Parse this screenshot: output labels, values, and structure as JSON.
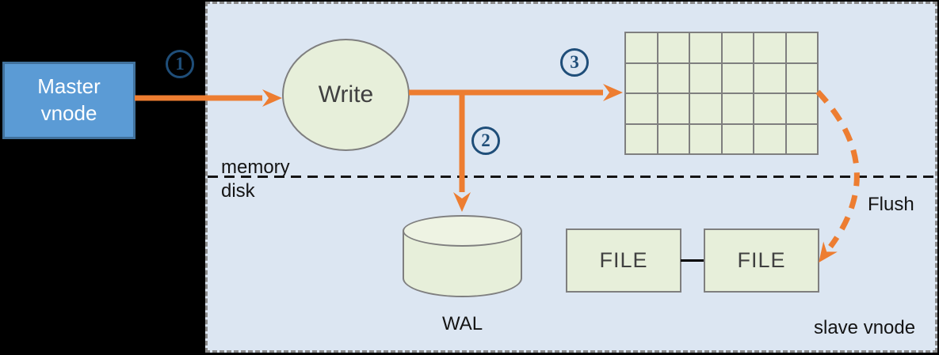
{
  "diagram": {
    "nodes": {
      "master_vnode": {
        "line1": "Master",
        "line2": "vnode"
      },
      "write": {
        "label": "Write"
      },
      "mem_table_grid": {
        "rows": 4,
        "cols": 6
      },
      "wal": {
        "label": "WAL"
      },
      "file1": {
        "label": "FILE"
      },
      "file2": {
        "label": "FILE"
      }
    },
    "steps": [
      "1",
      "2",
      "3"
    ],
    "labels": {
      "memory": "memory",
      "disk": "disk",
      "flush": "Flush",
      "slave_vnode": "slave vnode"
    },
    "colors": {
      "background": "#000000",
      "panel_fill": "#dce6f2",
      "panel_border": "#8a8a8a",
      "node_fill": "#e7efda",
      "node_border": "#7f7f7f",
      "master_fill": "#5b9bd5",
      "master_border": "#41719c",
      "master_text": "#ffffff",
      "arrow_orange": "#ed7d31",
      "step_circle_blue": "#1f4e79",
      "node_text": "#404040",
      "label_text": "#141414"
    }
  }
}
